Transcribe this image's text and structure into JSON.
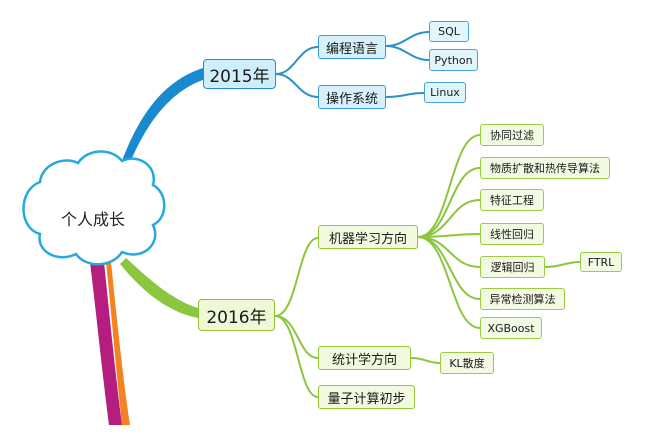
{
  "root": {
    "label": "个人成长"
  },
  "branch_2015": {
    "label": "2015年",
    "programming": {
      "label": "编程语言",
      "items": [
        "SQL",
        "Python"
      ]
    },
    "os": {
      "label": "操作系统",
      "items": [
        "Linux"
      ]
    }
  },
  "branch_2016": {
    "label": "2016年",
    "ml": {
      "label": "机器学习方向",
      "items": [
        "协同过滤",
        "物质扩散和热传导算法",
        "特征工程",
        "线性回归",
        "逻辑回归",
        "异常检测算法",
        "XGBoost"
      ],
      "lr_child": "FTRL"
    },
    "stats": {
      "label": "统计学方向",
      "items": [
        "KL散度"
      ]
    },
    "quantum": {
      "label": "量子计算初步"
    }
  },
  "colors": {
    "blue": "#1a8ad0",
    "green": "#8cc63f",
    "magenta": "#b51d7e",
    "orange": "#f58220"
  }
}
